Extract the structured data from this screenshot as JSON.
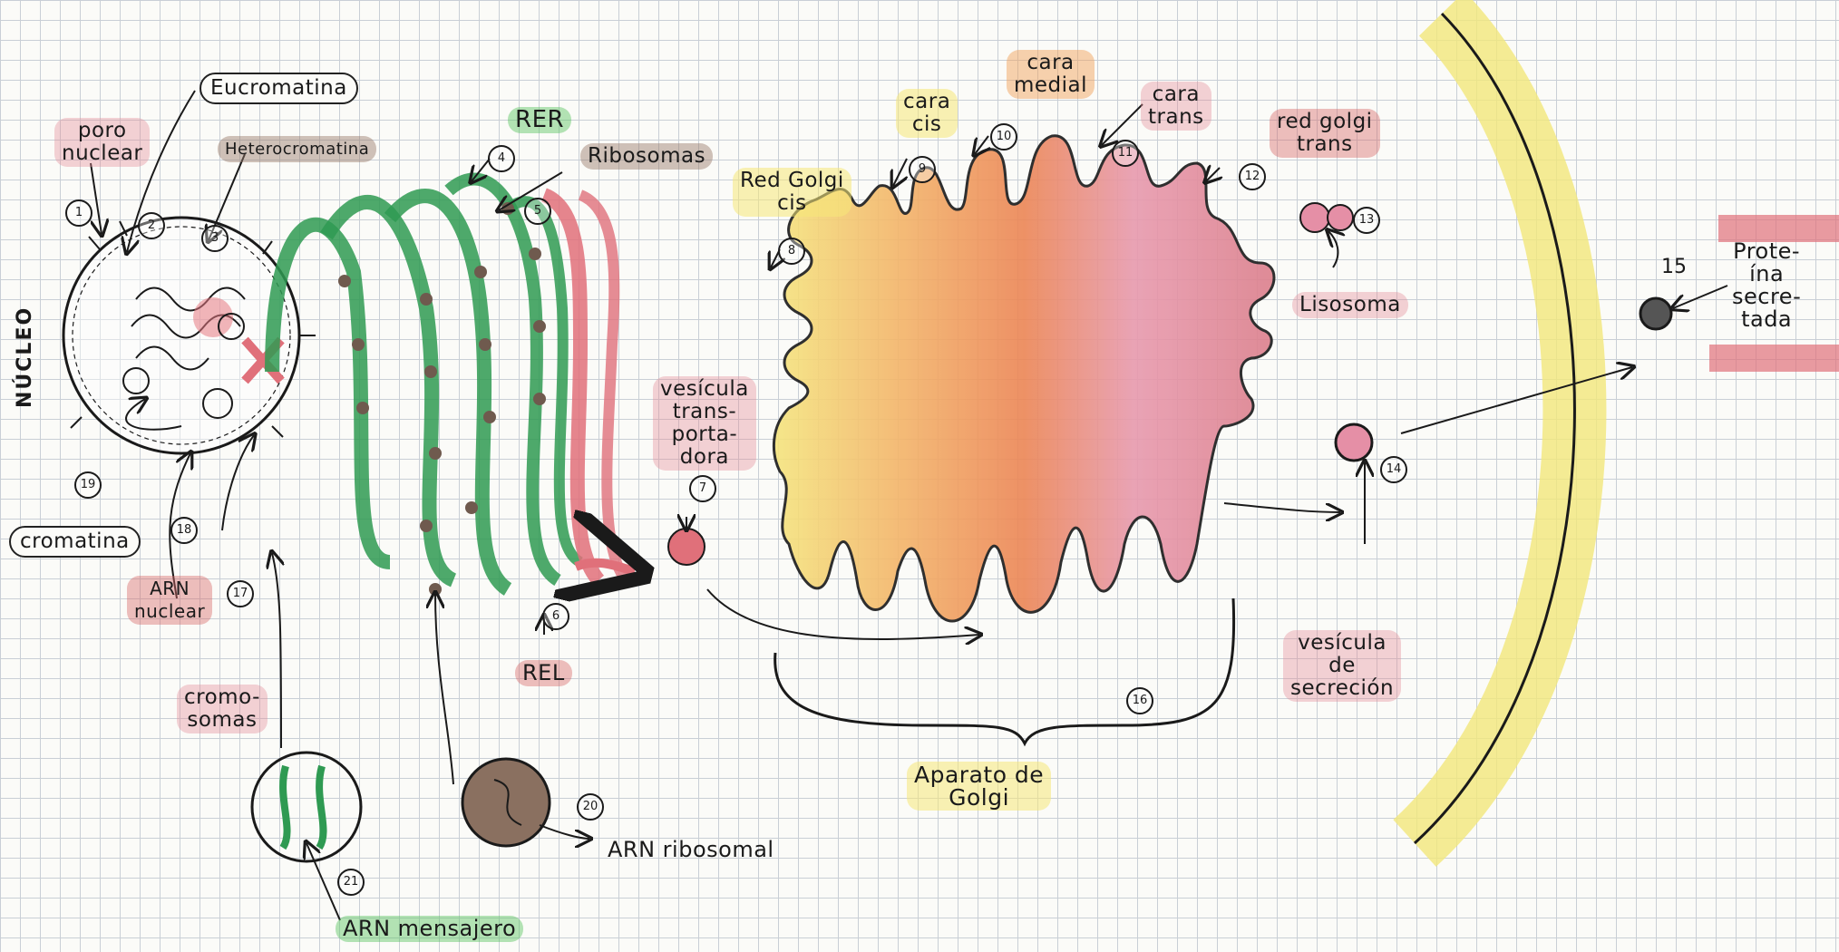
{
  "nucleus": {
    "title": "NÚCLEO",
    "labels": {
      "poro_nuclear": "poro\nnuclear",
      "eucromatina": "Eucromatina",
      "heterocromatina": "Heterocromatina",
      "cromatina": "cromatina",
      "arn_nuclear": "ARN\nnuclear",
      "cromosomas": "cromo-\nsomas"
    }
  },
  "reticulum": {
    "rer": "RER",
    "ribosomas": "Ribosomas",
    "rel": "REL",
    "arn_ribosomal": "ARN ribosomal",
    "arn_mensajero": "ARN mensajero"
  },
  "golgi": {
    "red_golgi_cis": "Red Golgi\ncis",
    "cara_cis": "cara\ncis",
    "cara_medial": "cara\nmedial",
    "cara_trans": "cara\ntrans",
    "red_golgi_trans": "red golgi\ntrans",
    "aparato": "Aparato de\nGolgi",
    "vesicula_transportadora": "vesícula\ntrans-\nporta-\ndora"
  },
  "secretion": {
    "lisosoma": "Lisosoma",
    "vesicula_secrecion": "vesícula\nde\nsecreción",
    "proteina_secretada": "Prote-\nína\nsecre-\ntada"
  },
  "numbers": [
    "1",
    "2",
    "3",
    "4",
    "5",
    "6",
    "7",
    "8",
    "9",
    "10",
    "11",
    "12",
    "13",
    "14",
    "15",
    "16",
    "17",
    "18",
    "19",
    "20",
    "21"
  ],
  "colors": {
    "rer_green": "#2f9a52",
    "rel_pink": "#e0707a",
    "ribosome_brown": "#6f5a4e",
    "golgi_yellow": "#f2e07a",
    "golgi_orange": "#ea8a52",
    "golgi_pink": "#e58fa6",
    "membrane_yellow": "#f3e77b",
    "ink": "#1a1a1a"
  }
}
